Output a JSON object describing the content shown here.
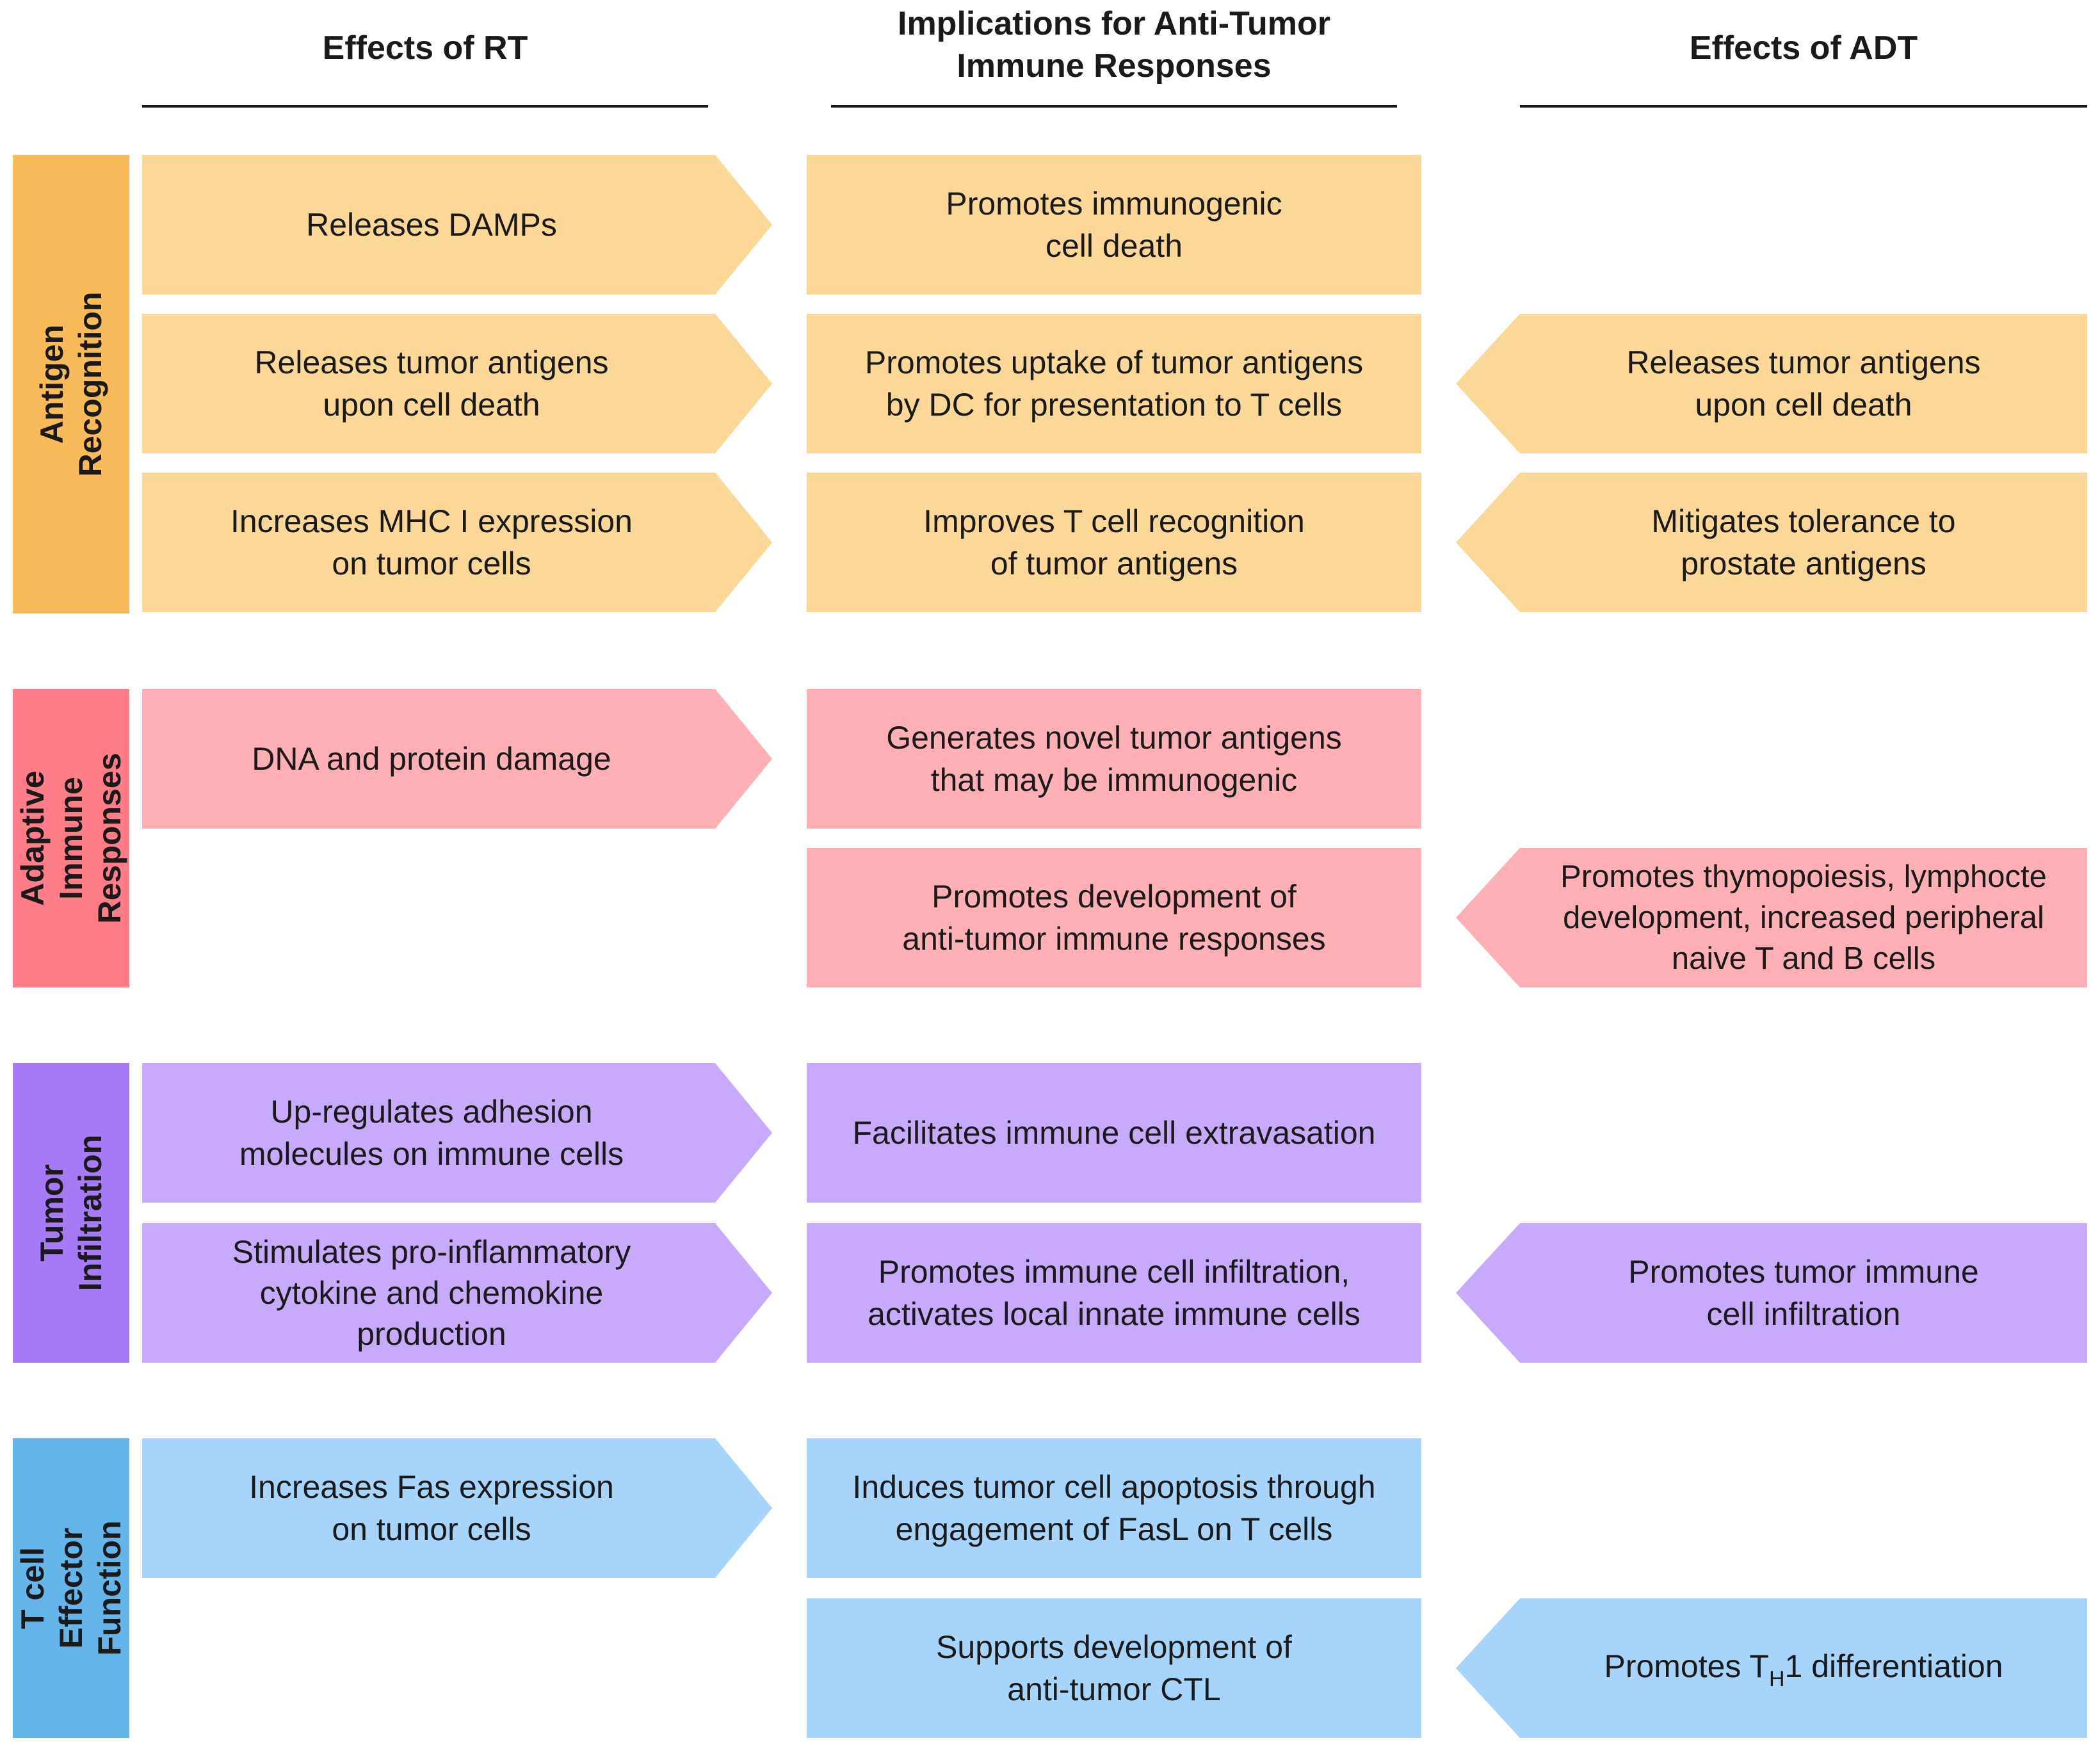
{
  "columns": {
    "rt": "Effects of RT",
    "mid": "Implications for Anti-Tumor\nImmune Responses",
    "adt": "Effects of ADT"
  },
  "colors": {
    "antigen_side": "#f9bb5a",
    "antigen_box": "#fcd898",
    "adaptive_side": "#ff7d88",
    "adaptive_box": "#ffb0b7",
    "infiltration_side": "#a67af5",
    "infiltration_box": "#c8aafc",
    "effector_side": "#66b5ea",
    "effector_box": "#a6d4fb"
  },
  "sections": {
    "antigen": {
      "label": "Antigen Recognition",
      "rows": [
        {
          "rt": "Releases DAMPs",
          "mid": "Promotes immunogenic\ncell death",
          "adt": ""
        },
        {
          "rt": "Releases tumor antigens\nupon cell death",
          "mid": "Promotes uptake of tumor antigens\nby DC for presentation to T cells",
          "adt": "Releases tumor antigens\nupon cell death"
        },
        {
          "rt": "Increases MHC I expression\non tumor cells",
          "mid": "Improves T cell recognition\nof tumor antigens",
          "adt": "Mitigates tolerance to\nprostate antigens"
        }
      ]
    },
    "adaptive": {
      "label": "Adaptive Immune\nResponses",
      "rows": [
        {
          "rt": "DNA and protein damage",
          "mid": "Generates novel tumor antigens\nthat may be immunogenic",
          "adt": ""
        },
        {
          "rt": "",
          "mid": "Promotes development of\nanti-tumor immune responses",
          "adt": "Promotes thymopoiesis, lymphocte\ndevelopment, increased peripheral\nnaive T and B cells"
        }
      ]
    },
    "infiltration": {
      "label": "Tumor Infiltration",
      "rows": [
        {
          "rt": "Up-regulates adhesion\nmolecules on immune cells",
          "mid": "Facilitates immune cell extravasation",
          "adt": ""
        },
        {
          "rt": "Stimulates pro-inflammatory\ncytokine and chemokine\nproduction",
          "mid": "Promotes immune cell infiltration,\nactivates local innate immune cells",
          "adt": "Promotes tumor immune\ncell infiltration"
        }
      ]
    },
    "effector": {
      "label": "T cell Effector\nFunction",
      "rows": [
        {
          "rt": "Increases Fas expression\non tumor cells",
          "mid": "Induces tumor cell apoptosis through\nengagement of FasL on T cells",
          "adt": ""
        },
        {
          "rt": "",
          "mid": "Supports development of\nanti-tumor CTL",
          "adt_pre": "Promotes T",
          "adt_sub": "H",
          "adt_post": "1 differentiation"
        }
      ]
    }
  }
}
